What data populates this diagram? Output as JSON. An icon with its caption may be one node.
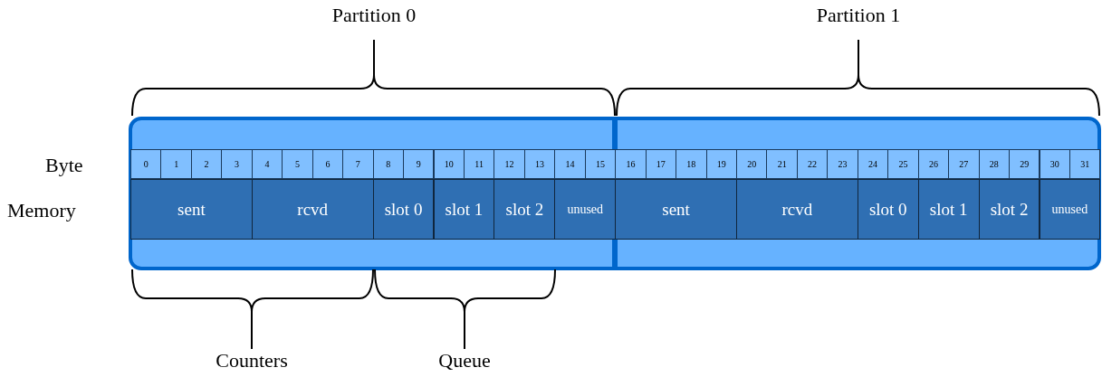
{
  "diagram": {
    "nodes": [
      {
        "text": [
          "sent"
        ]
      },
      {
        "text": [
          "rcvd"
        ]
      },
      {
        "text": [
          "slot 0"
        ]
      },
      {
        "text": [
          "slot 1"
        ]
      },
      {
        "text": [
          "slot 2"
        ]
      },
      {
        "text": [
          "unused"
        ]
      },
      {
        "text": [
          "sent"
        ]
      },
      {
        "text": [
          "rcvd"
        ]
      },
      {
        "text": [
          "slot 0"
        ]
      },
      {
        "text": [
          "slot 1"
        ]
      },
      {
        "text": [
          "slot 2"
        ]
      },
      {
        "text": [
          "unused"
        ]
      }
    ],
    "labels": [
      "Partition 0",
      "Partition 1",
      "Byte",
      "0",
      "1",
      "2",
      "3",
      "4",
      "5",
      "6",
      "7",
      "8",
      "9",
      "10",
      "11",
      "12",
      "13",
      "14",
      "15",
      "16",
      "17",
      "18",
      "19",
      "20",
      "21",
      "22",
      "23",
      "24",
      "25",
      "26",
      "27",
      "28",
      "29",
      "30",
      "31",
      "Memory",
      "Counters",
      "Queue"
    ]
  }
}
